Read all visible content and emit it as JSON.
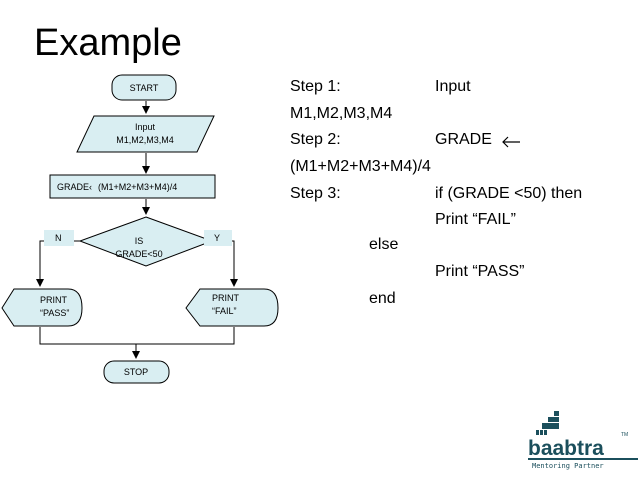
{
  "title": "Example",
  "flowchart": {
    "start": "START",
    "input_line1": "Input",
    "input_line2": "M1,M2,M3,M4",
    "process_label": "GRADE",
    "process_expr": "(M1+M2+M3+M4)/4",
    "decision_line1": "IS",
    "decision_line2": "GRADE<50",
    "no_label": "N",
    "yes_label": "Y",
    "pass_line1": "PRINT",
    "pass_line2": "“PASS”",
    "fail_line1": "PRINT",
    "fail_line2": "“FAIL”",
    "stop": "STOP"
  },
  "steps": {
    "step1_label": "Step 1:",
    "step1_text": "Input",
    "step1_cont": "M1,M2,M3,M4",
    "step2_label": "Step 2:",
    "step2_text": "GRADE",
    "step2_cont": "(M1+M2+M3+M4)/4",
    "step3_label": "Step 3:",
    "step3_text": "if (GRADE <50) then",
    "print_fail": "Print “FAIL”",
    "else": "else",
    "print_pass": "Print “PASS”",
    "end": "end"
  },
  "logo": {
    "name": "baabtra",
    "subtitle": "Mentoring Partner",
    "tm": "TM"
  },
  "colors": {
    "shape_fill": "#d9eef2",
    "stroke": "#000000",
    "logo": "#1b4f5c"
  }
}
